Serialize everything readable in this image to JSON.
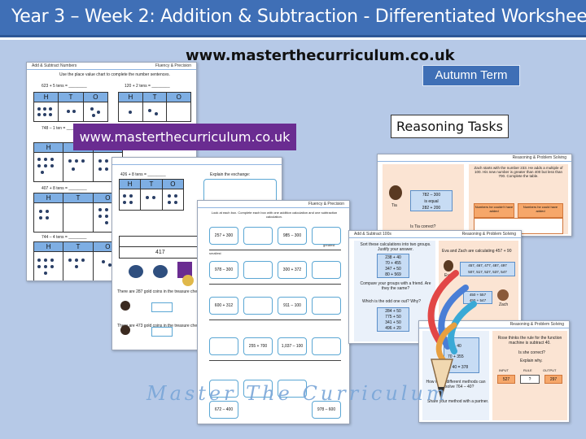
{
  "header": {
    "title": "Year 3 – Week 2: Addition & Subtraction - Differentiated Worksheets"
  },
  "site_url": "www.masterthecurriculum.co.uk",
  "term_label": "Autumn Term",
  "reasoning_label": "Reasoning Tasks",
  "overlay_url": "www.masterthecurriculum.co.uk",
  "watermark": "Master The Curriculum",
  "sheet1": {
    "title": "Add & Subtract Numbers",
    "corner": "Fluency & Precision",
    "instruction": "Use the place value chart to complete the number sentences.",
    "q1": "623 + 5 tens = ________",
    "q2": "120 + 2 tens = ________",
    "q3": "748 – 1 ten = ________",
    "q4": "407 + 8 tens = ________",
    "q5": "744 – 4 tens = ________",
    "headers": [
      "H",
      "T",
      "O"
    ]
  },
  "sheet2": {
    "q1": "426 + 8 tens = ________",
    "explain": "Explain the exchange:",
    "value": "417",
    "gold1": "There are 287 gold coins in the treasure chest.",
    "gold2": "There are 473 gold coins in the treasure chest.",
    "headers": [
      "H",
      "T",
      "O"
    ]
  },
  "sheet3": {
    "corner": "Fluency & Precision",
    "instruction": "Look at each box. Complete each box with one addition calculation and one subtraction calculation.",
    "boxes": [
      "257 + 300",
      "985 – 300",
      "978 – 300",
      "300 + 372",
      "600 + 312",
      "911 – 100",
      "255 + 700",
      "1,037 – 100",
      "672 – 400",
      "978 – 600"
    ],
    "greatest": "greatest",
    "smallest": "smallest"
  },
  "sheet4": {
    "corner": "Reasoning & Problem Solving",
    "calc_a": "782 – 300",
    "calc_b": "is equal",
    "calc_c": "282 + 200",
    "name": "Tia",
    "question": "Is Tia correct?",
    "text": "Zach starts with the number 233. He adds a multiple of 100. His new number is greater than 400 but less than 700. Complete the table.",
    "col1": "Numbers he couldn’t have added",
    "col2": "Numbers he could have added"
  },
  "sheet5": {
    "title": "Add & Subtract 100s",
    "corner": "Reasoning & Problem Solving",
    "heading": "Sort these calculations into two groups. Justify your answer.",
    "list1": [
      "238 + 40",
      "70 + 455",
      "347 + 50",
      "80 + 569"
    ],
    "compare": "Compare your groups with a friend. Are they the same?",
    "odd": "Which is the odd one out? Why?",
    "list2": [
      "284 + 50",
      "775 + 50",
      "341 + 50",
      "496 + 20"
    ],
    "story": "Eva and Zach are calculating 457 + 90",
    "nums": [
      "457, 467, 477, 487, 497",
      "507, 517, 527, 537, 547"
    ],
    "eva": "Eva",
    "zach": "Zach",
    "ans": [
      "450 + 557",
      "450 + 547"
    ]
  },
  "sheet6": {
    "corner": "Reasoning & Problem Solving",
    "rows": [
      "80 + 40",
      "70 + 355",
      "... 40 = 378"
    ],
    "text": "Rose thinks the rule for the function machine is subtract 40.",
    "q": "Is she correct?",
    "explain": "Explain why.",
    "labels": [
      "INPUT",
      "RULE",
      "OUTPUT"
    ],
    "vals": [
      "527",
      "?",
      "297"
    ],
    "method": "Share your method with a partner.",
    "many": "How many different methods can you solve 764 – 40?"
  }
}
